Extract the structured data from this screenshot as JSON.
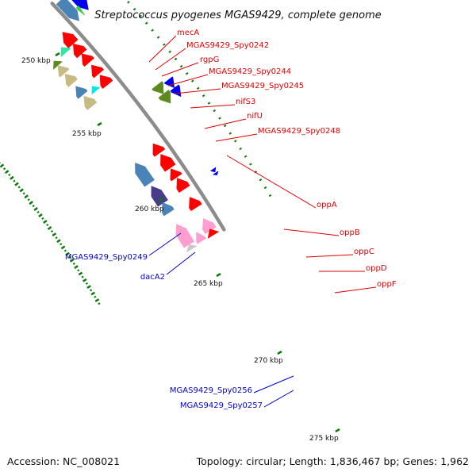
{
  "title": "Streptococcus pyogenes MGAS9429, complete genome",
  "footer": {
    "accession": "Accession: NC_008021",
    "summary": "Topology: circular; Length: 1,836,467 bp; Genes: 1,962"
  },
  "colors": {
    "backbone": "#8c8c8c",
    "tick": "#0a7a0a",
    "forward_label": "#0000cc",
    "reverse_label": "#dd0000",
    "red": "#ff0000",
    "blue": "#0000ee",
    "steelblue": "#4a83b5",
    "olive": "#5c8a1f",
    "khaki": "#c6bc82",
    "cyan": "#00e8e8",
    "seagreen": "#2ee8a4",
    "lime": "#3fcf3f",
    "slate": "#4a3a8a",
    "pink": "#ff9ecf",
    "gray": "#c8c8c8"
  },
  "kbp_ticks": [
    {
      "label": "250 kbp"
    },
    {
      "label": "255 kbp"
    },
    {
      "label": "260 kbp"
    },
    {
      "label": "265 kbp"
    },
    {
      "label": "270 kbp"
    },
    {
      "label": "275 kbp"
    }
  ],
  "gene_labels": [
    {
      "name": "mecA",
      "strand": "reverse"
    },
    {
      "name": "MGAS9429_Spy0242",
      "strand": "reverse"
    },
    {
      "name": "rgpG",
      "strand": "reverse"
    },
    {
      "name": "MGAS9429_Spy0244",
      "strand": "reverse"
    },
    {
      "name": "MGAS9429_Spy0245",
      "strand": "reverse"
    },
    {
      "name": "nifS3",
      "strand": "reverse"
    },
    {
      "name": "nifU",
      "strand": "reverse"
    },
    {
      "name": "MGAS9429_Spy0248",
      "strand": "reverse"
    },
    {
      "name": "oppA",
      "strand": "reverse"
    },
    {
      "name": "oppB",
      "strand": "reverse"
    },
    {
      "name": "oppC",
      "strand": "reverse"
    },
    {
      "name": "oppD",
      "strand": "reverse"
    },
    {
      "name": "oppF",
      "strand": "reverse"
    },
    {
      "name": "MGAS9429_Spy0249",
      "strand": "forward"
    },
    {
      "name": "dacA2",
      "strand": "forward"
    },
    {
      "name": "MGAS9429_Spy0256",
      "strand": "forward"
    },
    {
      "name": "MGAS9429_Spy0257",
      "strand": "forward"
    }
  ]
}
